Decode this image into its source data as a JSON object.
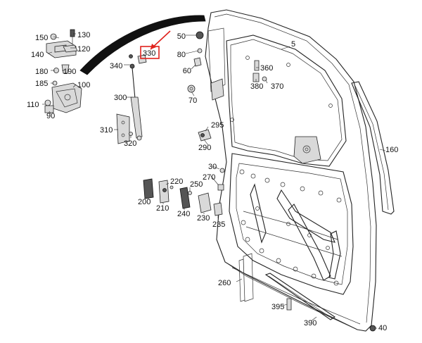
{
  "diagram": {
    "highlighted_part": "330",
    "highlight_color": "#e0221d",
    "labels": {
      "p5": "5",
      "p30": "30",
      "p40": "40",
      "p50": "50",
      "p60": "60",
      "p70": "70",
      "p80": "80",
      "p90": "90",
      "p100": "100",
      "p110": "110",
      "p120": "120",
      "p130": "130",
      "p140": "140",
      "p150": "150",
      "p160": "160",
      "p180": "180",
      "p185": "185",
      "p190": "190",
      "p200": "200",
      "p210": "210",
      "p220": "220",
      "p230": "230",
      "p235": "235",
      "p240": "240",
      "p250": "250",
      "p260": "260",
      "p270": "270",
      "p290": "290",
      "p295": "295",
      "p300": "300",
      "p310": "310",
      "p320": "320",
      "p330": "330",
      "p340": "340",
      "p360": "360",
      "p370": "370",
      "p380": "380",
      "p390": "390",
      "p395": "395"
    }
  }
}
